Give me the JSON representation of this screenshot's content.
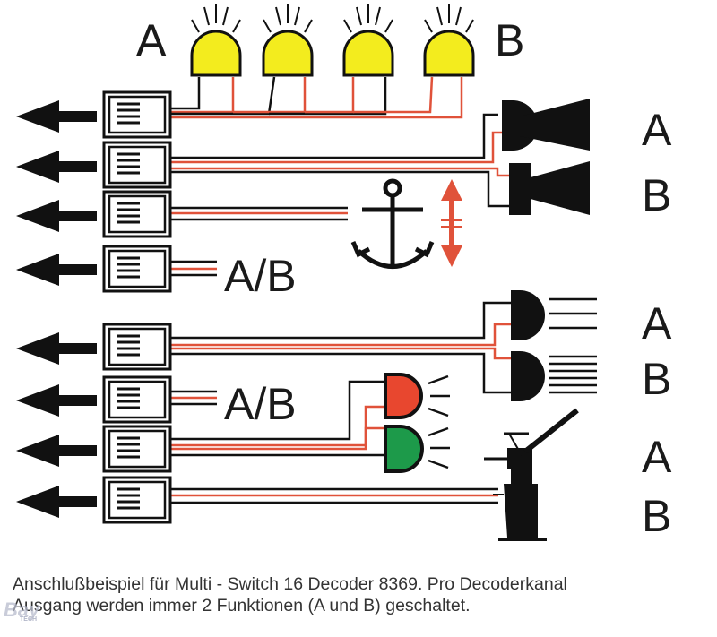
{
  "labels": {
    "top_a": "A",
    "top_b": "B",
    "horn_a": "A",
    "horn_b": "B",
    "ab_1": "A/B",
    "ab_2": "A/B",
    "light_a": "A",
    "light_b": "B",
    "crane_a": "A",
    "crane_b": "B"
  },
  "caption": {
    "line1": "Anschlußbeispiel für Multi - Switch 16 Decoder 8369. Pro Decoderkanal",
    "line2": "Ausgang werden immer 2 Funktionen (A und B) geschaltet."
  },
  "watermark": {
    "text": "Bay",
    "sub": "TECH"
  },
  "colors": {
    "wire_red": "#e0523a",
    "wire_black": "#111111",
    "lamp_yellow": "#f3ec1e",
    "signal_red": "#e8472f",
    "signal_green": "#1d9a4a",
    "arrow_red": "#e0523a"
  },
  "icons": [
    "arrow-left-icon",
    "connector-icon",
    "lamp-icon",
    "horn-icon",
    "anchor-icon",
    "double-arrow-icon",
    "headlight-icon",
    "signal-light-icon",
    "crane-icon"
  ]
}
